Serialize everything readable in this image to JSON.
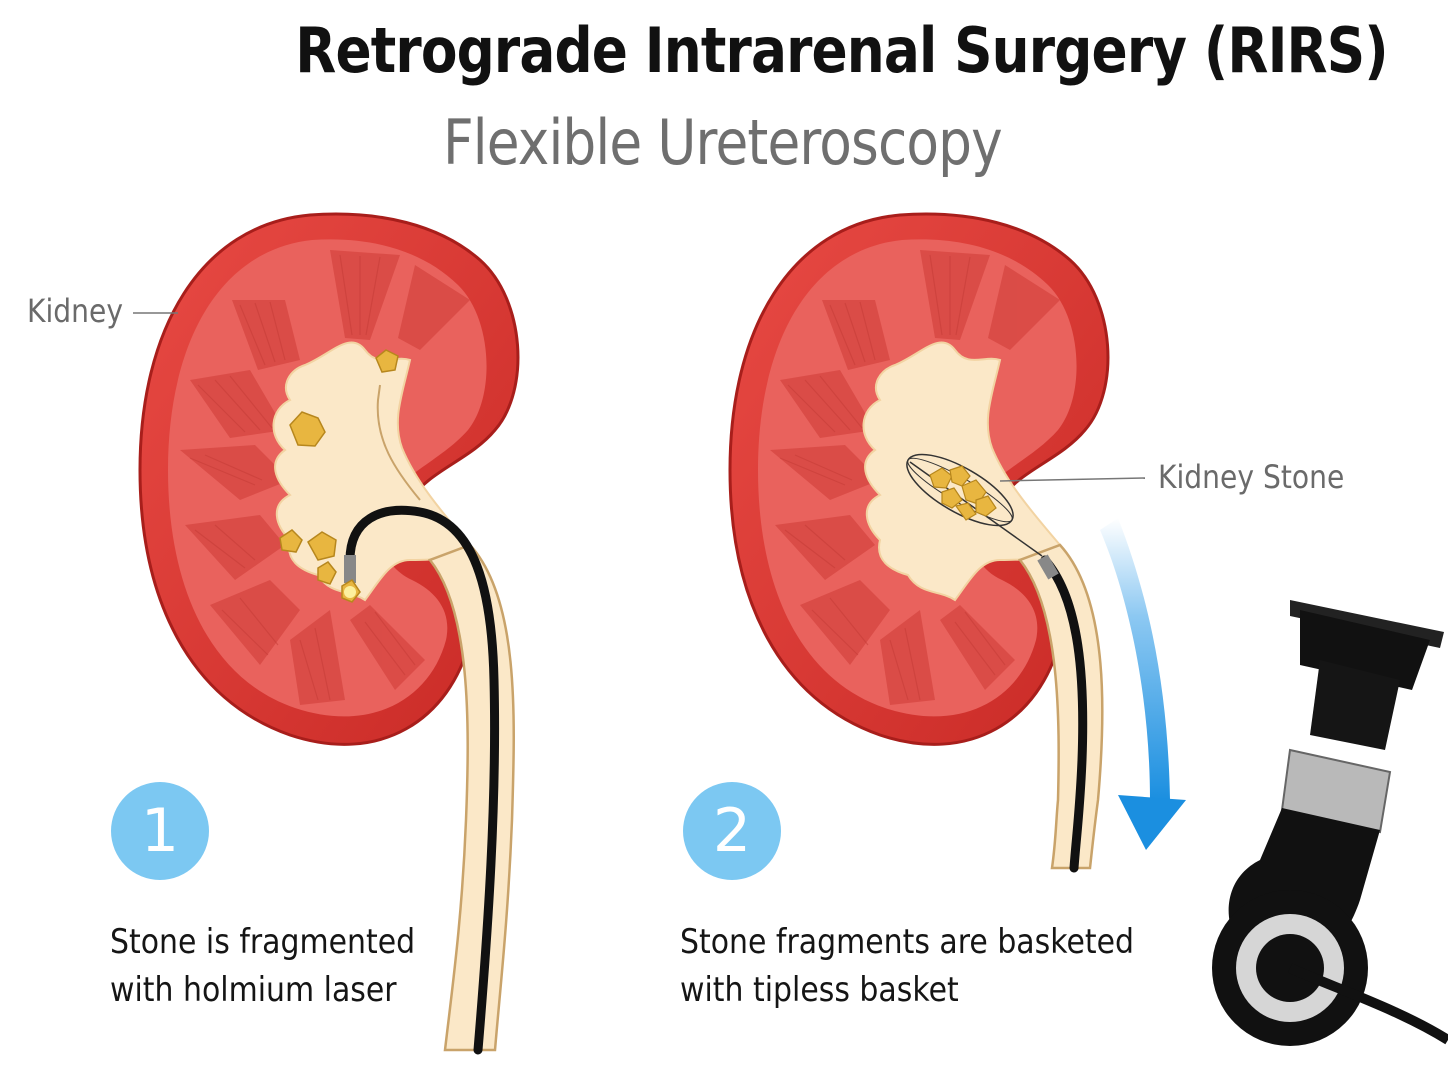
{
  "title": "Retrograde Intrarenal Surgery (RIRS)",
  "subtitle": "Flexible Ureteroscopy",
  "labels": {
    "kidney": "Kidney",
    "kidney_stone": "Kidney Stone"
  },
  "steps": [
    {
      "number": "1",
      "line1": "Stone is fragmented",
      "line2": "with holmium laser"
    },
    {
      "number": "2",
      "line1": "Stone fragments are basketed",
      "line2": "with tipless basket"
    }
  ],
  "colors": {
    "cortex": "#d9352f",
    "medulla": "#e8625c",
    "pelvis": "#fbe8c8",
    "stone": "#e8b640",
    "scope": "#111111",
    "arrow": "#1b8fe0",
    "badge": "#7cc8f2"
  }
}
